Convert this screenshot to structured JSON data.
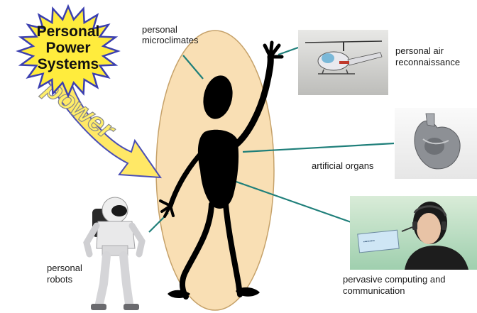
{
  "starburst": {
    "line1": "Personal",
    "line2": "Power",
    "line3": "Systems"
  },
  "power_word": "power",
  "labels": {
    "microclimates_line1": "personal",
    "microclimates_line2": "microclimates",
    "air_line1": "personal air",
    "air_line2": "reconnaissance",
    "organs": "artificial organs",
    "computing_line1": "pervasive computing and",
    "computing_line2": "communication",
    "robots_line1": "personal",
    "robots_line2": "robots"
  },
  "colors": {
    "ellipse_fill": "#f9dfb4",
    "ellipse_stroke": "#c6a26a",
    "connector": "#1f7f7a",
    "star_fill": "#ffec3d",
    "star_stroke": "#3b3fb0",
    "arrow_fill": "#ffe866",
    "arrow_stroke": "#4b4fb5",
    "figure": "#000000"
  },
  "images": {
    "helicopter": "helicopter-photo",
    "heart": "artificial-heart-photo",
    "person_headset": "person-with-headset-photo",
    "robot": "humanoid-robot-photo"
  }
}
